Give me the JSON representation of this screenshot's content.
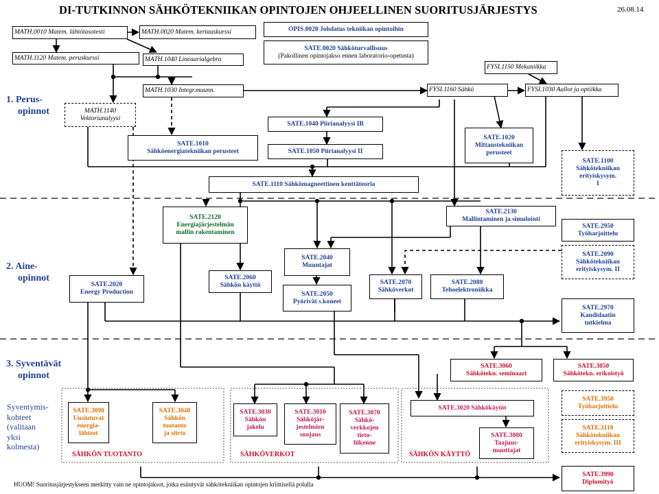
{
  "header": {
    "title": "DI-TUTKINNON SÄHKÖTEKNIIKAN OPINTOJEN OHJEELLINEN SUORITUSJÄRJESTYS",
    "date": "26.08.14"
  },
  "sections": {
    "perus": [
      "1.  Perus-",
      "opinnot"
    ],
    "aine": [
      "2. Aine-",
      "opinnot"
    ],
    "syventavat": [
      "3. Syventävät",
      "opinnot"
    ]
  },
  "syventymis_note": [
    "Syventymis-",
    "kohteet",
    "(valitaan",
    "yksi",
    "kolmesta)"
  ],
  "groups": {
    "tuotanto": "SÄHKÖN TUOTANTO",
    "verkot": "SÄHKÖVERKOT",
    "kaytto": "SÄHKÖN KÄYTTÖ"
  },
  "footer_note": "HUOM! Suoritusjärjestykseen merkitty vain ne opintojaksot, jotka esiintyvät sähkötekniikan opintojen kriittisellä polulla",
  "courses": {
    "math0010": [
      "MATH.0010 Matem. lähtötasotesti"
    ],
    "math0020": [
      "MATH.0020 Matem. kertauskurssi"
    ],
    "math1120": [
      "MATH.1120 Matem. peruskurssi"
    ],
    "math1040": [
      "MATH.1040 Lineaarialgebra"
    ],
    "math1030": [
      "MATH.1030 Integr.muunn."
    ],
    "math1140": [
      "MATH.1140",
      "Vektorianalyysi"
    ],
    "opis0020": [
      "OPIS.0020 Johdatus tekniikan opintoihin"
    ],
    "sate0020": [
      "SATE.0020 Sähköturvallisuus",
      "(Pakollinen opintojakso ennen laboratorio-opetusta)"
    ],
    "fysi1150": [
      "FYSI.1150 Mekaniikka"
    ],
    "fysi1160": [
      "FYSI.1160 Sähkö"
    ],
    "fysi1030": [
      "FYSI.1030 Aallot ja optiikka"
    ],
    "sate1010": [
      "SATE.1010",
      "Sähköenergiatekniikan perusteet"
    ],
    "sate1040": [
      "SATE.1040 Piirianalyysi IB"
    ],
    "sate1050": [
      "SATE.1050 Piirianalyysi II"
    ],
    "sate1020": [
      "SATE.1020",
      "Mittaustekniikan",
      "perusteet"
    ],
    "sate1100": [
      "SATE.1100",
      "Sähkötekniikan",
      "erityiskysym.",
      "I"
    ],
    "sate1110": [
      "SATE.1110 Sähkömagneettinen kenttäteoria"
    ],
    "sate2120": [
      "SATE.2120",
      "Energiajärjestelmän",
      "mallin rakentaminen"
    ],
    "sate2130": [
      "SATE.2130",
      "Mallintaminen ja simulointi"
    ],
    "sate2950": [
      "SATE.2950",
      "Työharjoittelu"
    ],
    "sate2090": [
      "SATE.2090",
      "Sähkötekniikan",
      "erityiskysym. II"
    ],
    "sate2040": [
      "SATE.2040",
      "Muuntajat"
    ],
    "sate2020": [
      "SATE.2020",
      "Energy Production"
    ],
    "sate2060": [
      "SATE.2060",
      "Sähkön käyttö"
    ],
    "sate2050": [
      "SATE.2050",
      "Pyörivät s.koneet"
    ],
    "sate2070": [
      "SATE.2070",
      "Sähköverkot"
    ],
    "sate2080": [
      "SATE.2080",
      "Tehoelektroniikka"
    ],
    "sate2970": [
      "SATE.2970",
      "Kandidaatin",
      "tutkielma"
    ],
    "sate3060": [
      "SATE.3060",
      "Sähkötekn. seminaari"
    ],
    "sate3050": [
      "SATE.3050",
      "Sähkötekn. erikoistyö"
    ],
    "sate3090": [
      "SATE.3090",
      "Uusiutuvat",
      "energia-",
      "lähteet"
    ],
    "sate3040": [
      "SATE.3040",
      "Sähkön",
      "tuotanto",
      "ja siirto"
    ],
    "sate3030": [
      "SATE.3030",
      "Sähkön",
      "jakelu"
    ],
    "sate3010": [
      "SATE.3010",
      "Sähköjär-",
      "jestelmien",
      "suojaus"
    ],
    "sate3070": [
      "SATE.3070",
      "Sähkö-",
      "verkkojen",
      "tieto-",
      "liikenne"
    ],
    "sate3020": [
      "SATE.3020 Sähkökäytöt"
    ],
    "sate3080": [
      "SATE.3080",
      "Taajuus-",
      "muuttajat"
    ],
    "sate3950": [
      "SATE.3950",
      "Työharjoittelu"
    ],
    "sate3110": [
      "SATE.3110",
      "Sähkötekniikan",
      "erityiskysym. III"
    ],
    "sate3990": [
      "SATE.3990",
      "Diplomityö"
    ]
  },
  "colors": {
    "blue": "#1f3f93",
    "green": "#0b6b2b",
    "red": "#c8102e",
    "orange": "#e06e00",
    "magenta": "#c2185b"
  }
}
